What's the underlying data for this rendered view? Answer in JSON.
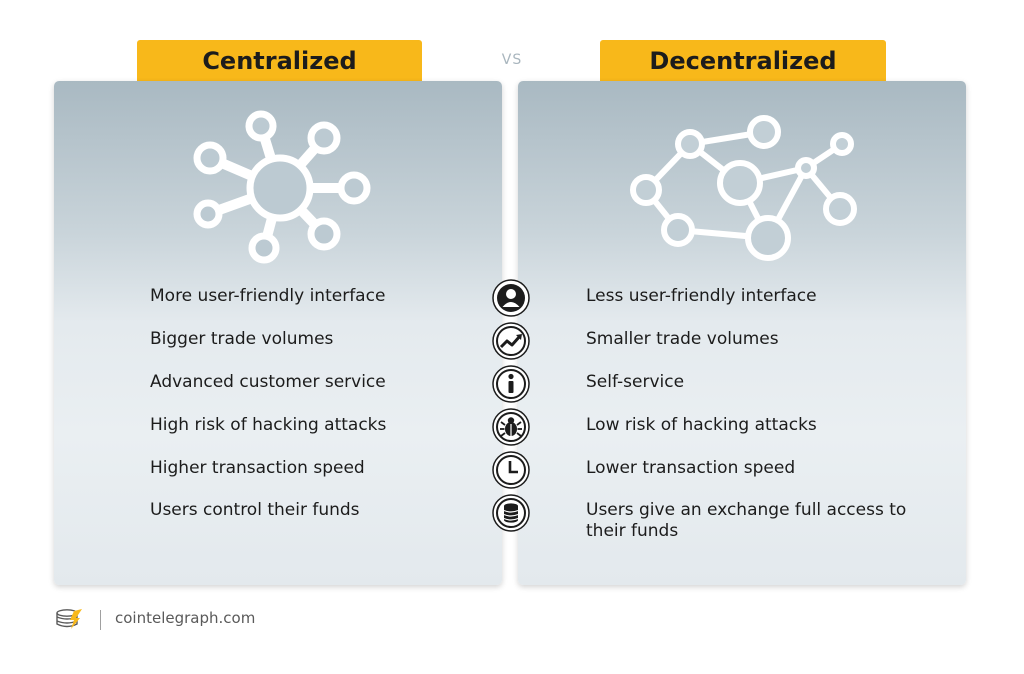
{
  "header": {
    "left_title": "Centralized",
    "vs_label": "VS",
    "right_title": "Decentralized"
  },
  "rows": [
    {
      "icon": "user-icon",
      "left": "More user-friendly interface",
      "right": "Less user-friendly interface"
    },
    {
      "icon": "trend-up-icon",
      "left": "Bigger trade volumes",
      "right": "Smaller trade volumes"
    },
    {
      "icon": "info-icon",
      "left": "Advanced customer service",
      "right": "Self-service"
    },
    {
      "icon": "bug-icon",
      "left": "High risk of hacking attacks",
      "right": "Low risk of hacking attacks"
    },
    {
      "icon": "clock-icon",
      "left": "Higher transaction speed",
      "right": "Lower transaction speed"
    },
    {
      "icon": "coins-stack-icon",
      "left": "Users control their funds",
      "right": "Users give an exchange full access to their funds"
    }
  ],
  "footer": {
    "logo_icon": "cointelegraph-logo-icon",
    "source": "cointelegraph.com"
  },
  "colors": {
    "accent": "#f8b81a",
    "panel_top": "#a9b9c2",
    "panel_bottom": "#e3e9ed",
    "text": "#1c1c1c"
  }
}
